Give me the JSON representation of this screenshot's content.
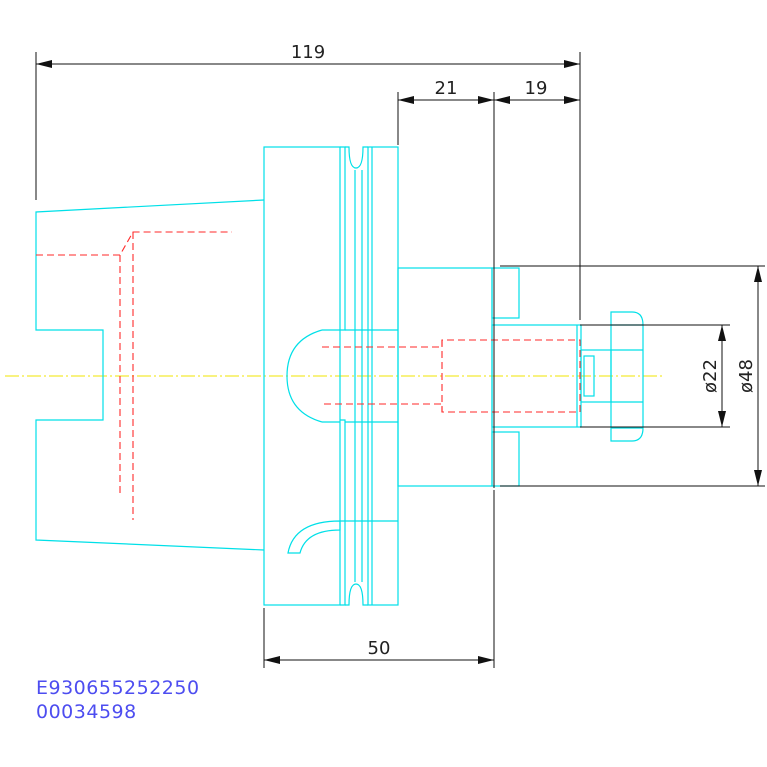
{
  "dimensions": {
    "overall_length": "119",
    "flange_offset": "21",
    "nose_length": "19",
    "body_length": "50",
    "bore_diameter": "ø22",
    "outer_diameter": "ø48"
  },
  "part_codes": {
    "code_1": "E930655252250",
    "code_2": "00034598"
  },
  "colors": {
    "geometry": "#00e0e8",
    "hidden_lines": "#ff2a2a",
    "center_line": "#f2e600",
    "dimensions": "#111111",
    "part_code_text": "#4d4df0"
  }
}
